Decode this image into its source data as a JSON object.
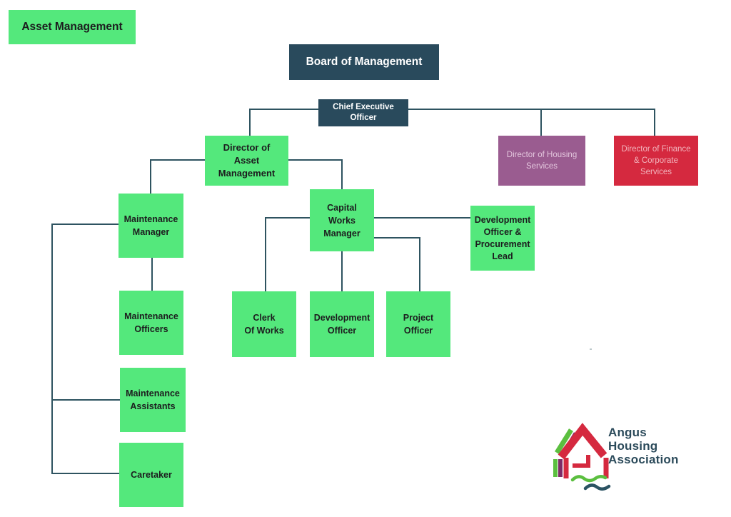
{
  "title": "Asset Management",
  "nodes": {
    "asset_management": {
      "label": "Asset Management"
    },
    "board": {
      "label": "Board of Management"
    },
    "ceo": {
      "label": "Chief Executive\nOfficer"
    },
    "director_asset": {
      "label": "Director of\nAsset\nManagement"
    },
    "director_housing": {
      "label": "Director of Housing\nServices"
    },
    "director_finance": {
      "label": "Director of Finance\n& Corporate\nServices"
    },
    "maintenance_manager": {
      "label": "Maintenance\nManager"
    },
    "capital_works_manager": {
      "label": "Capital\nWorks\nManager"
    },
    "dev_officer_procurement": {
      "label": "Development\nOfficer &\nProcurement\nLead"
    },
    "maintenance_officers": {
      "label": "Maintenance\nOfficers"
    },
    "clerk_of_works": {
      "label": "Clerk\nOf Works"
    },
    "development_officer": {
      "label": "Development\nOfficer"
    },
    "project_officer": {
      "label": "Project\nOfficer"
    },
    "maintenance_assistants": {
      "label": "Maintenance\nAssistants"
    },
    "caretaker": {
      "label": "Caretaker"
    }
  },
  "logo": {
    "name": "Angus Housing Association",
    "text": "Angus\nHousing\nAssociation",
    "house_icon": "house-icon",
    "wave_icons": "wave-icons"
  },
  "colors": {
    "node_green": "#54e87c",
    "node_dark_teal": "#294a5c",
    "node_purple": "#9a5c90",
    "node_red": "#d5293f",
    "connector": "#2e5360",
    "logo_red": "#d5293f",
    "logo_green": "#5bbf3f",
    "logo_purple": "#7e2a66",
    "logo_teal": "#2b5363",
    "logo_text": "#2b4a5a"
  }
}
